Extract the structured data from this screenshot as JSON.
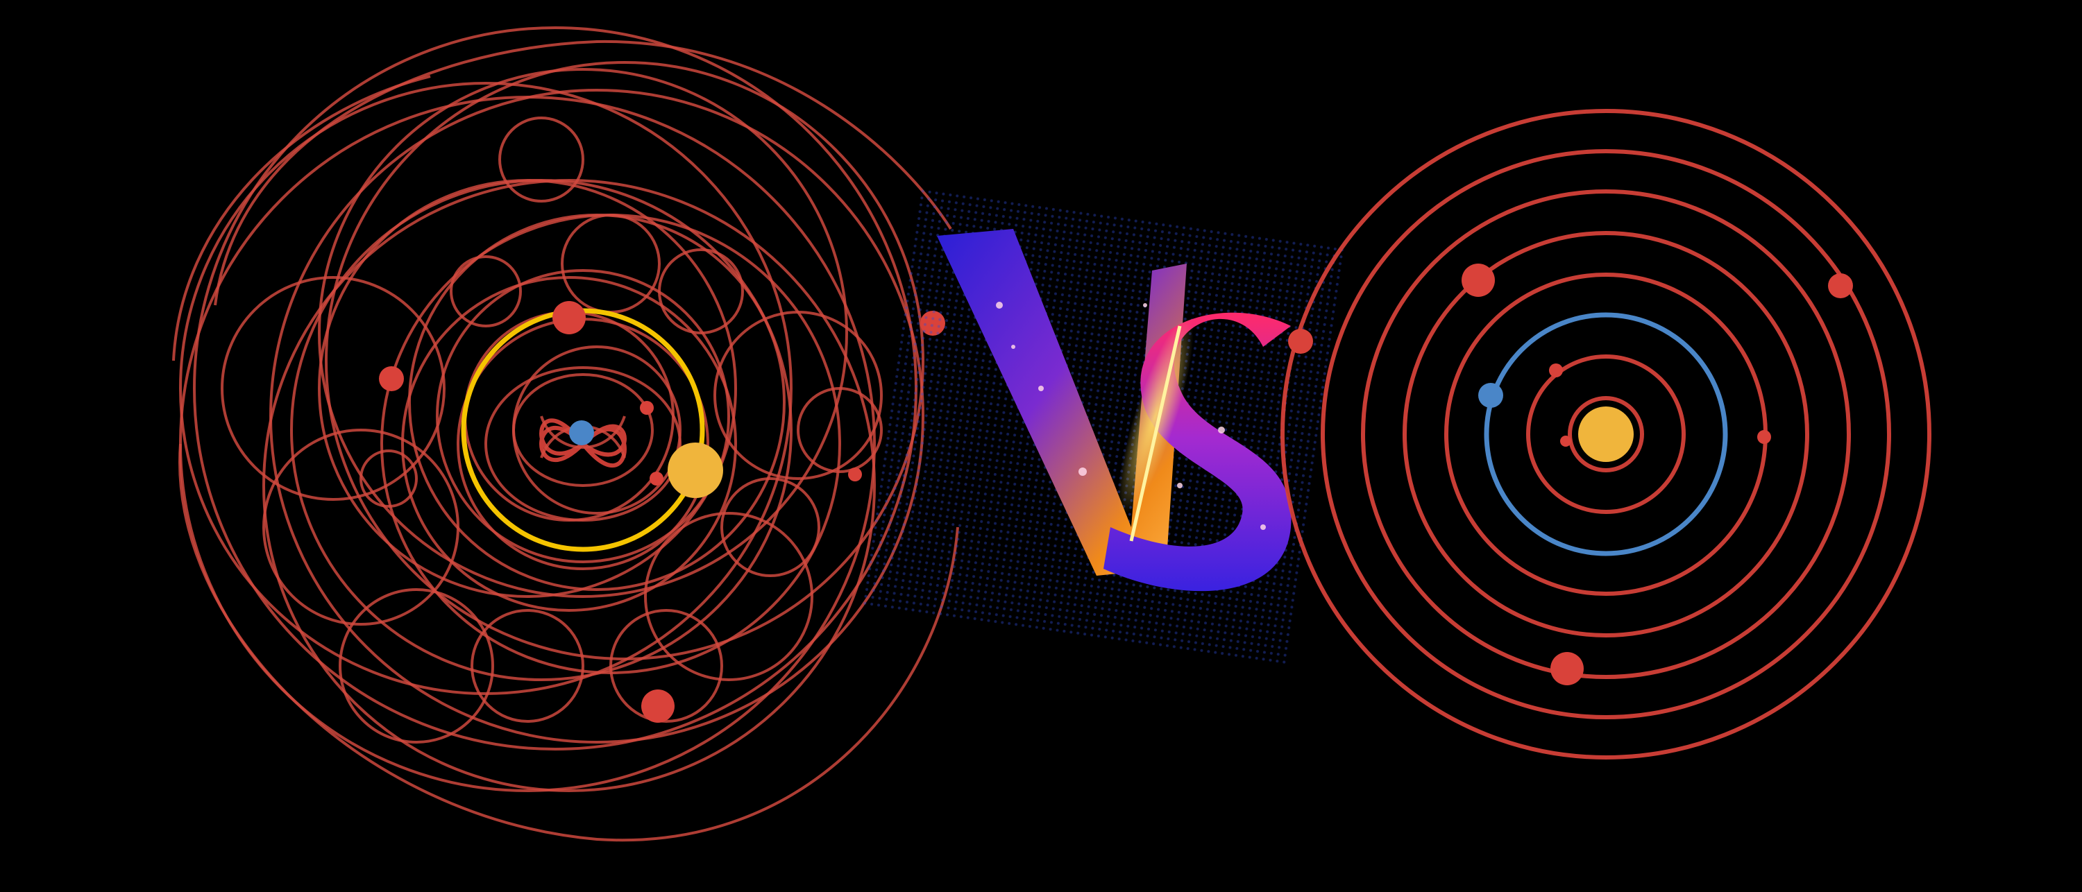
{
  "scene": {
    "background": "#000000",
    "versus_text": "VS",
    "left_model": {
      "center_body": {
        "name": "earth",
        "color": "#4a86c8"
      },
      "highlighted_orbit": {
        "name": "sun-orbit",
        "color": "#f5c400"
      },
      "orbit_color": "#d9423a",
      "bodies": [
        {
          "name": "sun",
          "color": "#f0b53c"
        },
        {
          "name": "planet",
          "color": "#d9423a"
        }
      ]
    },
    "right_model": {
      "center_body": {
        "name": "sun",
        "color": "#f0b53c"
      },
      "highlighted_orbit": {
        "name": "earth-orbit",
        "color": "#4a86c8"
      },
      "orbit_color": "#d9423a",
      "bodies": [
        {
          "name": "earth",
          "color": "#4a86c8"
        },
        {
          "name": "planet",
          "color": "#d9423a"
        }
      ]
    },
    "vs_gradient": [
      "#2a1fd6",
      "#7a2bd0",
      "#f08a1a",
      "#ff2a6a",
      "#3a22e0"
    ]
  }
}
